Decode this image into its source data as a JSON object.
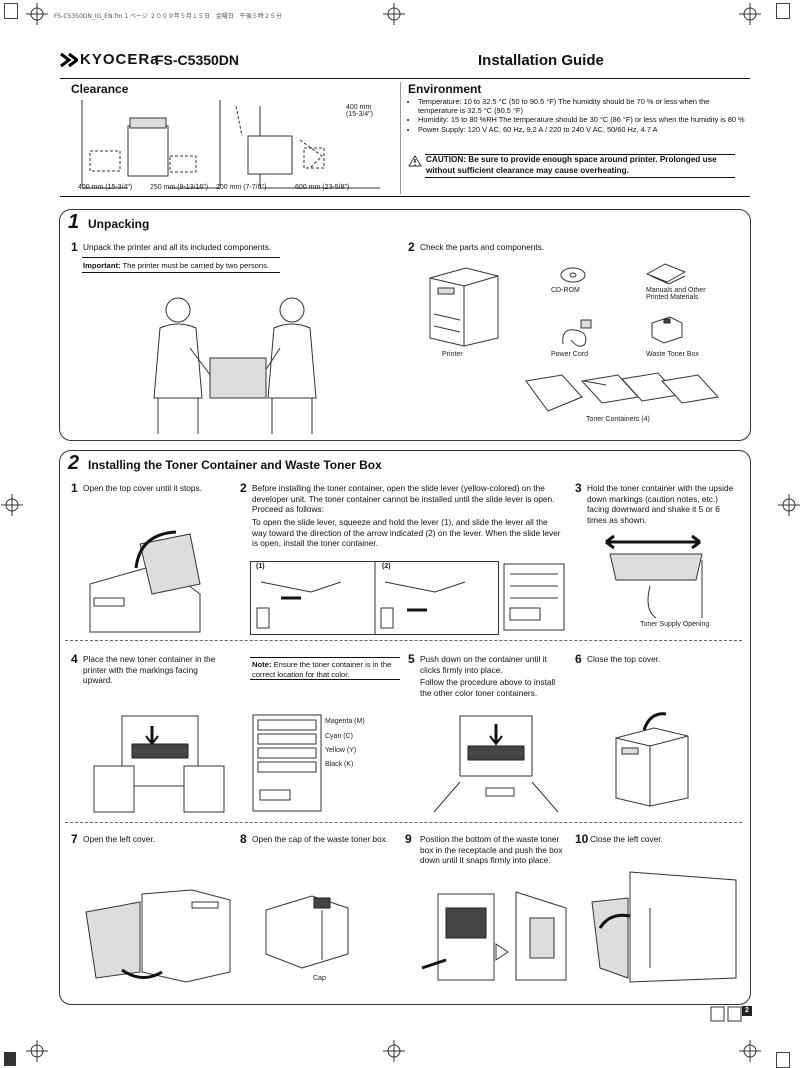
{
  "file_header": "FS-C5350DN_IG_EN.fm  1 ページ  ２００９年５月１５日　金曜日　午後５時２５分",
  "brand": "KYOCERa",
  "model": "FS-C5350DN",
  "guide_title": "Installation Guide",
  "clearance": {
    "heading": "Clearance",
    "dims": [
      "400 mm (15-3/4\")",
      "250 mm (9-13/16\")",
      "200 mm (7-7/8\")",
      "600 mm (23-5/8\")"
    ],
    "top_dim": "400 mm\n(15-3/4\")"
  },
  "environment": {
    "heading": "Environment",
    "items": [
      "Temperature: 10 to 32.5 °C (50 to 90.5 °F)  The humidity should be 70 % or less when the temperature is 32.5 °C (90.5 °F)",
      "Humidity: 15 to 80 %RH  The temperature should be 30 °C (86 °F) or less when the humidity is 80 %",
      "Power Supply: 120 V AC, 60 Hz, 9.2 A / 220 to 240 V AC, 50/60 Hz, 4.7 A"
    ],
    "caution": "CAUTION: Be sure to provide enough space around printer. Prolonged use without sufficient clearance may cause overheating."
  },
  "section1": {
    "number": "1",
    "title": "Unpacking",
    "step1_num": "1",
    "step1_text": "Unpack the printer and all its included components.",
    "important_label": "Important:",
    "important_text": "The printer must be carried by two persons.",
    "step2_num": "2",
    "step2_text": "Check the parts and components.",
    "parts": {
      "printer": "Printer",
      "cdrom": "CD-ROM",
      "manuals": "Manuals and Other\nPrinted Materials",
      "power_cord": "Power Cord",
      "waste_box": "Waste Toner Box",
      "toner": "Toner Containers (4)"
    }
  },
  "section2": {
    "number": "2",
    "title": "Installing the Toner Container and Waste Toner Box",
    "steps": [
      {
        "num": "1",
        "text": "Open the top cover until it stops."
      },
      {
        "num": "2",
        "text": "Before installing the toner container, open the slide lever (yellow-colored) on the developer unit.  The toner container cannot be installed until the slide lever is open. Proceed as follows:",
        "text2": "To open the slide lever, squeeze and hold the lever (1), and slide the lever all the way toward the direction of the arrow indicated (2) on the lever. When the slide lever is open, install the toner container."
      },
      {
        "num": "3",
        "text": "Hold the toner container with the upside down markings (caution notes, etc.) facing downward and shake it 5 or 6 times as shown.",
        "caption": "Toner Supply Opening"
      },
      {
        "num": "4",
        "text": "Place the new toner container in the printer with the markings facing upward."
      },
      {
        "num": "5",
        "text": "Push down on the container until it clicks firmly into place.",
        "text2": "Follow the procedure above to install the other color toner containers."
      },
      {
        "num": "6",
        "text": "Close the top cover."
      },
      {
        "num": "7",
        "text": "Open the left cover."
      },
      {
        "num": "8",
        "text": "Open the cap of the waste toner box.",
        "caption": "Cap"
      },
      {
        "num": "9",
        "text": "Position the bottom of the waste toner box in the receptacle and push the box down until it snaps firmly into place."
      },
      {
        "num": "10",
        "text": "Close the left cover."
      }
    ],
    "callouts": [
      "(1)",
      "(2)"
    ],
    "note_label": "Note:",
    "note_text": "Ensure the toner container is in the correct location for that color.",
    "colors": [
      "Magenta (M)",
      "Cyan (C)",
      "Yellow (Y)",
      "Black (K)"
    ]
  },
  "page_badge": "2"
}
